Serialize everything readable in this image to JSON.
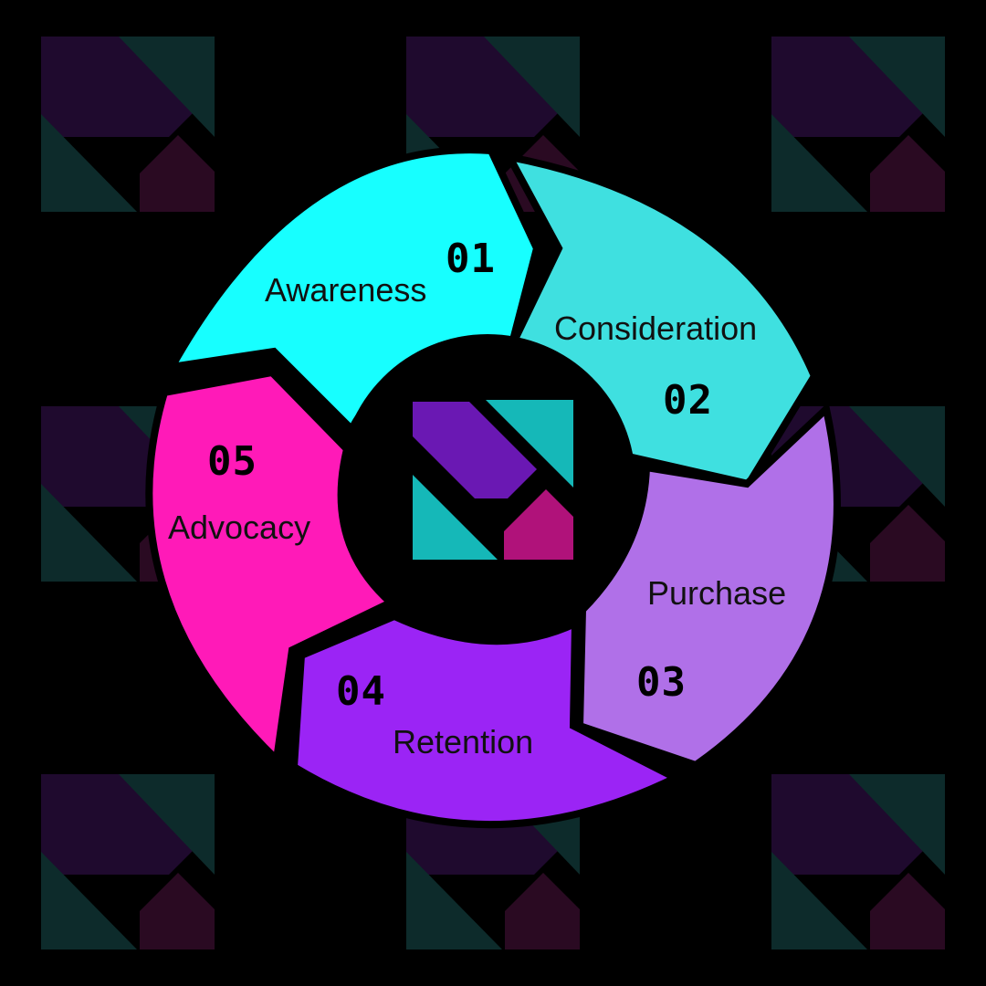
{
  "colors": {
    "background": "#000000",
    "pattern_teal": "#0d2b2b",
    "pattern_purple": "#1f0a2e",
    "pattern_magenta": "#2a0a22",
    "logo_teal": "#15b8b8",
    "logo_purple": "#6a18b3",
    "logo_magenta": "#b0127a"
  },
  "stages": [
    {
      "number": "01",
      "label": "Awareness",
      "color": "#17ffff"
    },
    {
      "number": "02",
      "label": "Consideration",
      "color": "#3fe0e0"
    },
    {
      "number": "03",
      "label": "Purchase",
      "color": "#b070e8"
    },
    {
      "number": "04",
      "label": "Retention",
      "color": "#9b24f5"
    },
    {
      "number": "05",
      "label": "Advocacy",
      "color": "#ff1ab8"
    }
  ],
  "icons": {
    "background": "x-pattern-icon",
    "center": "brand-logo-icon"
  }
}
